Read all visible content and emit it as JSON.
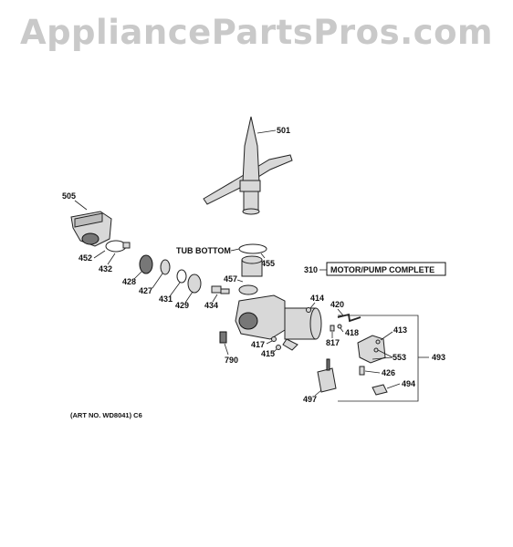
{
  "watermark": "AppliancePartsPros.com",
  "art_number": "(ART NO. WD8041) C6",
  "tub_bottom_label": "TUB BOTTOM",
  "callout": {
    "number": "310",
    "text": "MOTOR/PUMP COMPLETE"
  },
  "labels": {
    "p501": "501",
    "p505": "505",
    "p452": "452",
    "p432": "432",
    "p455": "455",
    "p457": "457",
    "p428": "428",
    "p427": "427",
    "p431": "431",
    "p429": "429",
    "p434": "434",
    "p414": "414",
    "p420": "420",
    "p418": "418",
    "p817": "817",
    "p413": "413",
    "p553": "553",
    "p493": "493",
    "p426": "426",
    "p494": "494",
    "p417": "417",
    "p415": "415",
    "p790": "790",
    "p497": "497"
  }
}
